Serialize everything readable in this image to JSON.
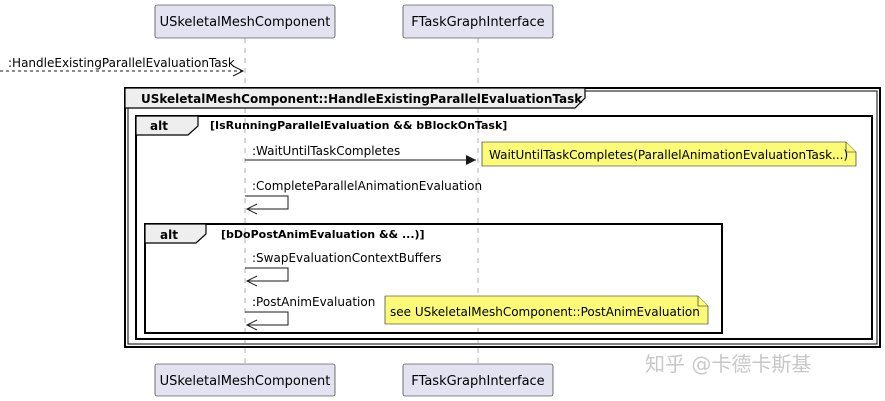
{
  "participants": {
    "mesh": "USkeletalMeshComponent",
    "task": "FTaskGraphInterface"
  },
  "incoming_message": ":HandleExistingParallelEvaluationTask",
  "group": {
    "title": "USkeletalMeshComponent::HandleExistingParallelEvaluationTask"
  },
  "alt_outer": {
    "label": "alt",
    "guard": "[IsRunningParallelEvaluation && bBlockOnTask]"
  },
  "alt_inner": {
    "label": "alt",
    "guard": "[bDoPostAnimEvaluation && ...)]"
  },
  "messages": {
    "wait": ":WaitUntilTaskCompletes",
    "complete": ":CompleteParallelAnimationEvaluation",
    "swap": ":SwapEvaluationContextBuffers",
    "post": ":PostAnimEvaluation"
  },
  "notes": {
    "wait_note": "WaitUntilTaskCompletes(ParallelAnimationEvaluationTask...)",
    "post_note": "see USkeletalMeshComponent::PostAnimEvaluation"
  },
  "watermark": "知乎 @卡德卡斯基"
}
